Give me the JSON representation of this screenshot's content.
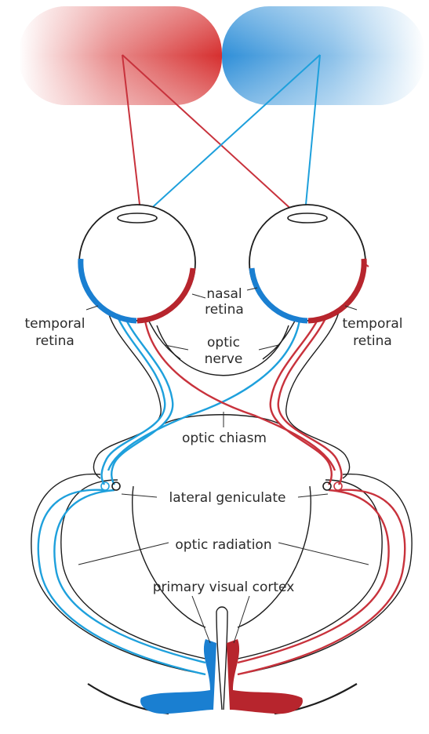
{
  "labels": {
    "nasal_retina_1": "nasal",
    "nasal_retina_2": "retina",
    "temporal_left_1": "temporal",
    "temporal_left_2": "retina",
    "temporal_right_1": "temporal",
    "temporal_right_2": "retina",
    "optic_nerve_1": "optic",
    "optic_nerve_2": "nerve",
    "optic_chiasm": "optic chiasm",
    "lateral_geniculate": "lateral geniculate",
    "optic_radiation": "optic radiation",
    "primary_visual_cortex": "primary visual cortex"
  },
  "colors": {
    "left_field": "#d62f2f",
    "right_field": "#2f8fd8",
    "blue_pathway": "#1ea0dc",
    "red_pathway": "#c8323c",
    "outline": "#1e1e1e",
    "dark_blue_retina": "#1a7fd1",
    "dark_red_retina": "#b7252d"
  }
}
